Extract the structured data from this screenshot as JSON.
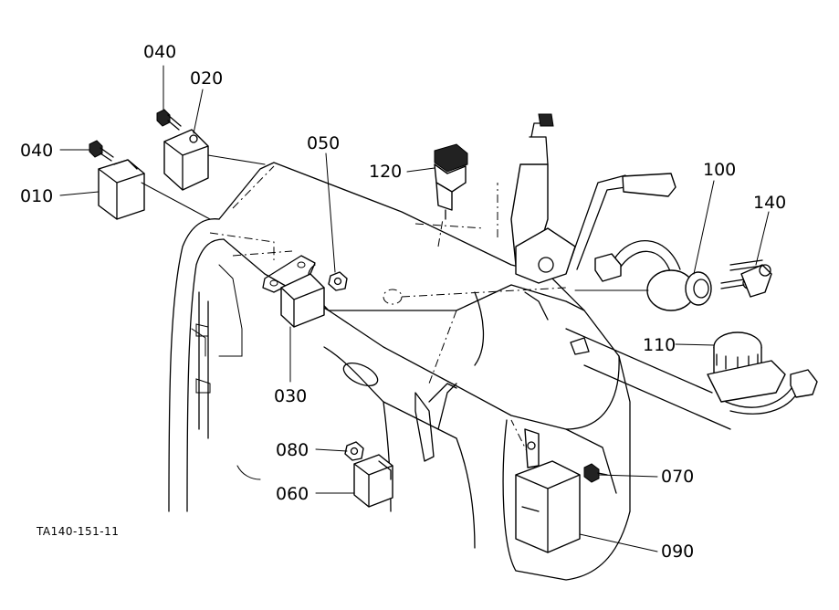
{
  "figure_code": "TA140-151-11",
  "parts": [
    {
      "id": "p010",
      "label": "010"
    },
    {
      "id": "p020",
      "label": "020"
    },
    {
      "id": "p030",
      "label": "030"
    },
    {
      "id": "p040a",
      "label": "040"
    },
    {
      "id": "p040b",
      "label": "040"
    },
    {
      "id": "p050",
      "label": "050"
    },
    {
      "id": "p060",
      "label": "060"
    },
    {
      "id": "p070",
      "label": "070"
    },
    {
      "id": "p080",
      "label": "080"
    },
    {
      "id": "p090",
      "label": "090"
    },
    {
      "id": "p100",
      "label": "100"
    },
    {
      "id": "p110",
      "label": "110"
    },
    {
      "id": "p120",
      "label": "120"
    },
    {
      "id": "p140",
      "label": "140"
    }
  ]
}
